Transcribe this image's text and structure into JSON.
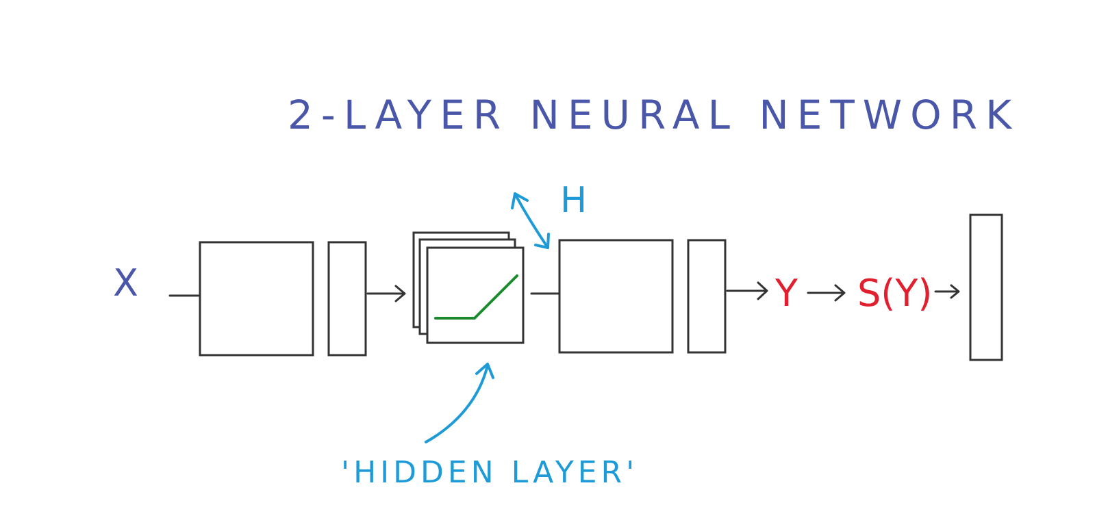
{
  "title": "2-LAYER NEURAL NETWORK",
  "labels": {
    "input": "X",
    "hidden_size": "H",
    "logits": "Y",
    "softmax": "S(Y)",
    "hidden_layer": "'HIDDEN LAYER'"
  },
  "colors": {
    "title": "#4a56a8",
    "input_label": "#4a56a8",
    "blue_annotation": "#1e9bd7",
    "output_labels": "#e0202f",
    "relu_curve": "#1a8a2e",
    "stroke": "#333333"
  }
}
